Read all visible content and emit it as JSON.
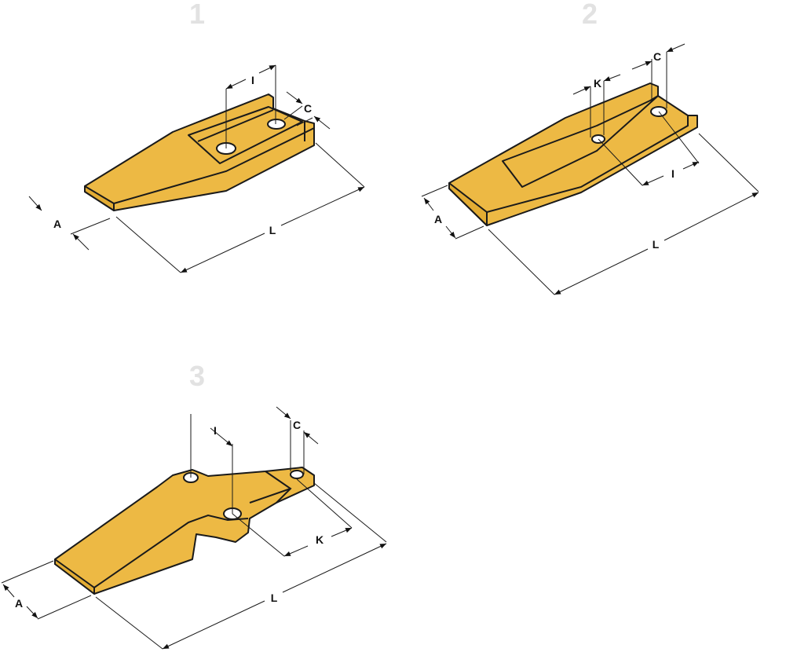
{
  "figures": [
    {
      "number": "1",
      "labels": {
        "I": "I",
        "C": "C",
        "A": "A",
        "L": "L"
      }
    },
    {
      "number": "2",
      "labels": {
        "K": "K",
        "C": "C",
        "I": "I",
        "A": "A",
        "L": "L"
      }
    },
    {
      "number": "3",
      "labels": {
        "I": "I",
        "C": "C",
        "K": "K",
        "A": "A",
        "L": "L"
      }
    }
  ],
  "colors": {
    "part": "#EDB944",
    "number": "#e2e2e2"
  }
}
